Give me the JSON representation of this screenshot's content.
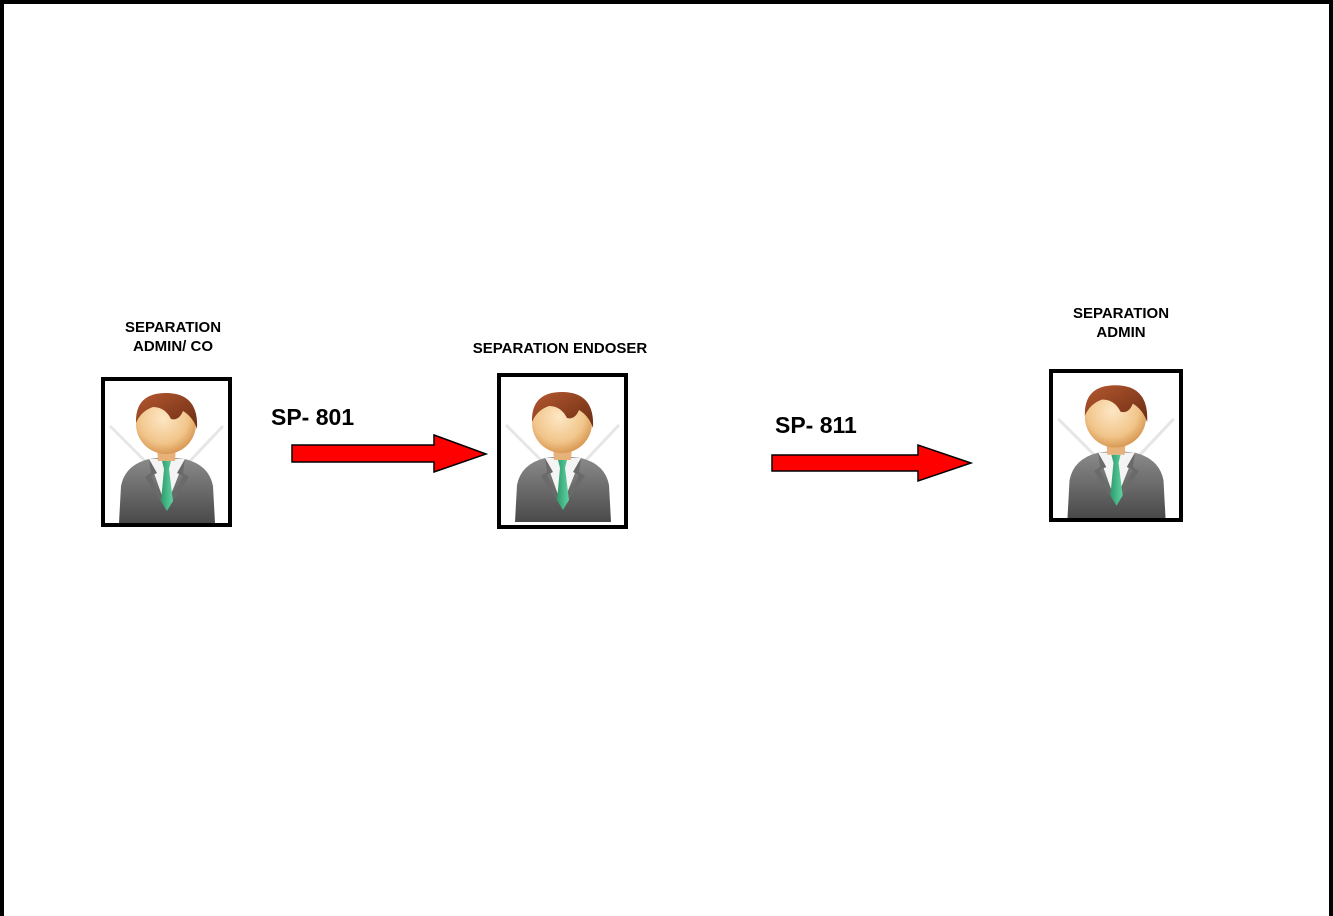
{
  "nodes": [
    {
      "label": "SEPARATION\nADMIN/ CO",
      "icon": "user-icon"
    },
    {
      "label": "SEPARATION ENDOSER",
      "icon": "user-icon"
    },
    {
      "label": "SEPARATION\nADMIN",
      "icon": "user-icon"
    }
  ],
  "edges": [
    {
      "code": "SP- 801",
      "color": "#ff0000"
    },
    {
      "code": "SP- 811",
      "color": "#ff0000"
    }
  ]
}
